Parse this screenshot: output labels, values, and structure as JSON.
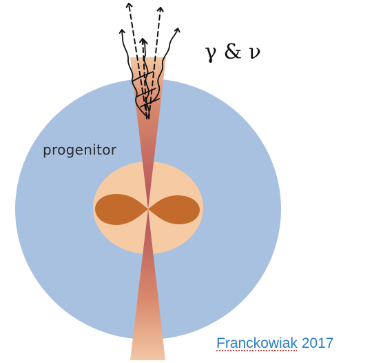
{
  "labels": {
    "progenitor": "progenitor",
    "emission": "γ & ν"
  },
  "citation": {
    "author": "Franckowiak",
    "year": "2017"
  },
  "colors": {
    "progenitor_fill": "#a8c1e0",
    "core_fill": "#f6cba4",
    "disk_fill": "#c36a2d",
    "jet_tip": "#f2c7a5",
    "jet_center": "#b5525a",
    "arrow_stroke": "#111111",
    "citation_color": "#2b7fc1"
  },
  "icons": {
    "straight_arrows": "dashed-arrow-icon",
    "wavy_arrows": "wavy-arrow-icon"
  }
}
